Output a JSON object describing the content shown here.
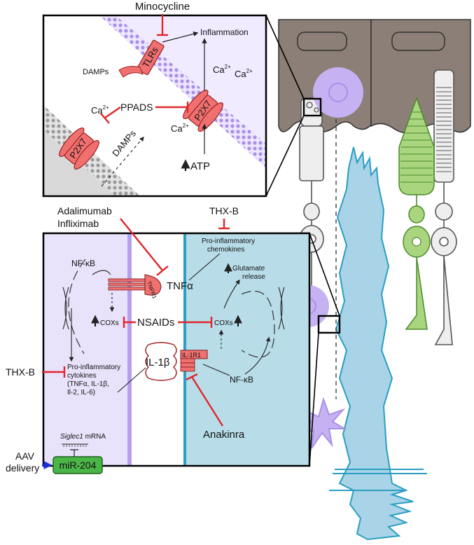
{
  "panel_top": {
    "drug_minocycline": "Minocycline",
    "label_inflammation": "Inflammation",
    "label_tlrs": "TLRs",
    "label_damps_left": "DAMPs",
    "label_p2x7_right": "P2X7",
    "label_p2x7_left": "P2X7",
    "label_ppads": "PPADS",
    "label_damps_diag": "DAMPs",
    "label_atp": "ATP",
    "label_ca": "Ca",
    "label_ca_sup": "2+"
  },
  "panel_bottom": {
    "drug_adalimumab": "Adalimumab",
    "drug_infliximab": "Infliximab",
    "drug_thxb_top": "THX-B",
    "drug_thxb_left": "THX-B",
    "drug_anakinra": "Anakinra",
    "label_aav": "AAV",
    "label_delivery": "delivery",
    "label_nfkb_left": "NF-κB",
    "label_nfkb_right": "NF-κB",
    "label_tnfr1": "TNFR1",
    "label_tnfa": "TNFα",
    "label_chemokines_1": "Pro-inflammatory",
    "label_chemokines_2": "chemokines",
    "label_glutamate_1": "Glutamate",
    "label_glutamate_2": "release",
    "label_coxs_left": "COXs",
    "label_coxs_right": "COXs",
    "label_nsaids": "NSAIDs",
    "label_il1b": "IL-1β",
    "label_il1r1": "IL-1R1",
    "label_cytokines_1": "Pro-inflammatory",
    "label_cytokines_2": "cytokines",
    "label_cytokines_3": "(TNFα, IL-1β,",
    "label_cytokines_4": "Il-2, IL-6)",
    "label_siglec": "Siglec1",
    "label_mrna": " mRNA",
    "label_mir204": "miR-204"
  },
  "colors": {
    "inhibit_red": "#e0262b",
    "receptor_red": "#f07070",
    "membrane_purple": "#a990e8",
    "microglia_lilac": "#c6b2f2",
    "muller_blue": "#a9d3e6",
    "muller_edge": "#2a9ec4",
    "mir_green": "#4bb648",
    "aav_blue": "#1b2fd6",
    "bipolar_green": "#a8d57e",
    "rpe_brown": "#8b7f77"
  }
}
